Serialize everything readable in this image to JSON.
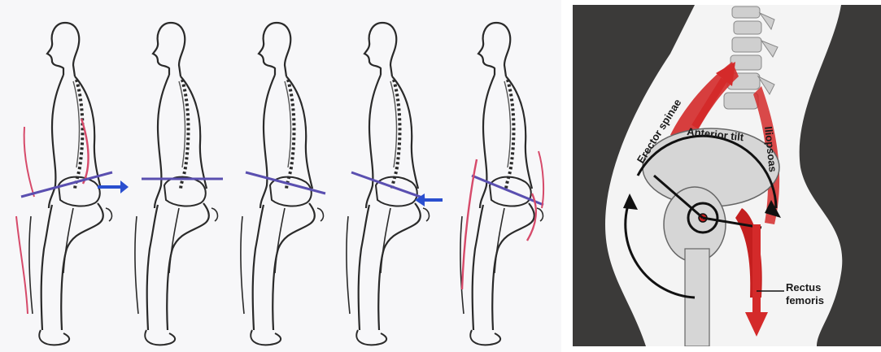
{
  "left_figure": {
    "figures": [
      "figure-1",
      "figure-2",
      "figure-3",
      "figure-4",
      "figure-5"
    ],
    "colors": {
      "outline": "#2a2a2a",
      "muscle": "#d64a6a",
      "axis": "#5a4fb0",
      "arrow": "#2a4fcf"
    }
  },
  "right_figure": {
    "labels": {
      "erector": "Erector spinae",
      "anterior_tilt": "Anterior tilt",
      "iliopsoas": "Iliopsoas",
      "rectus_line1": "Rectus",
      "rectus_line2": "femoris"
    },
    "colors": {
      "background": "#3b3a39",
      "body": "#f4f4f4",
      "bone": "#d6d6d6",
      "muscle": "#d42a2a",
      "arrow": "#111111"
    }
  }
}
